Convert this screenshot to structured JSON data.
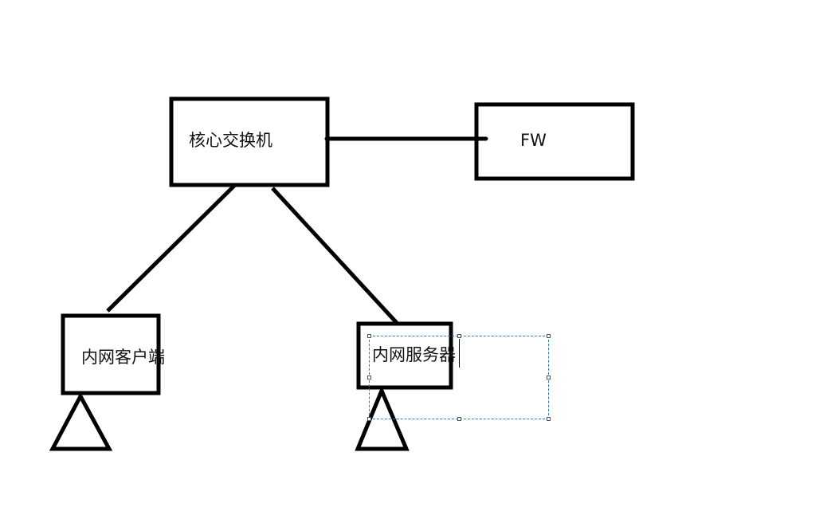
{
  "diagram": {
    "title": "",
    "nodes": [
      {
        "id": "core",
        "label": "核心交换机",
        "shape": "rectangle"
      },
      {
        "id": "fw",
        "label": "FW",
        "shape": "rectangle"
      },
      {
        "id": "client",
        "label": "内网客户端",
        "shape": "rectangle"
      },
      {
        "id": "server",
        "label": "内网服务器",
        "shape": "rectangle"
      }
    ],
    "edges": [
      {
        "from": "core",
        "to": "fw"
      },
      {
        "from": "core",
        "to": "client"
      },
      {
        "from": "core",
        "to": "server"
      }
    ],
    "stands": [
      {
        "under": "client",
        "shape": "triangle"
      },
      {
        "under": "server",
        "shape": "triangle"
      }
    ],
    "colors": {
      "stroke": "#000000",
      "selection": "#2a7ac9",
      "background": "#ffffff"
    }
  }
}
